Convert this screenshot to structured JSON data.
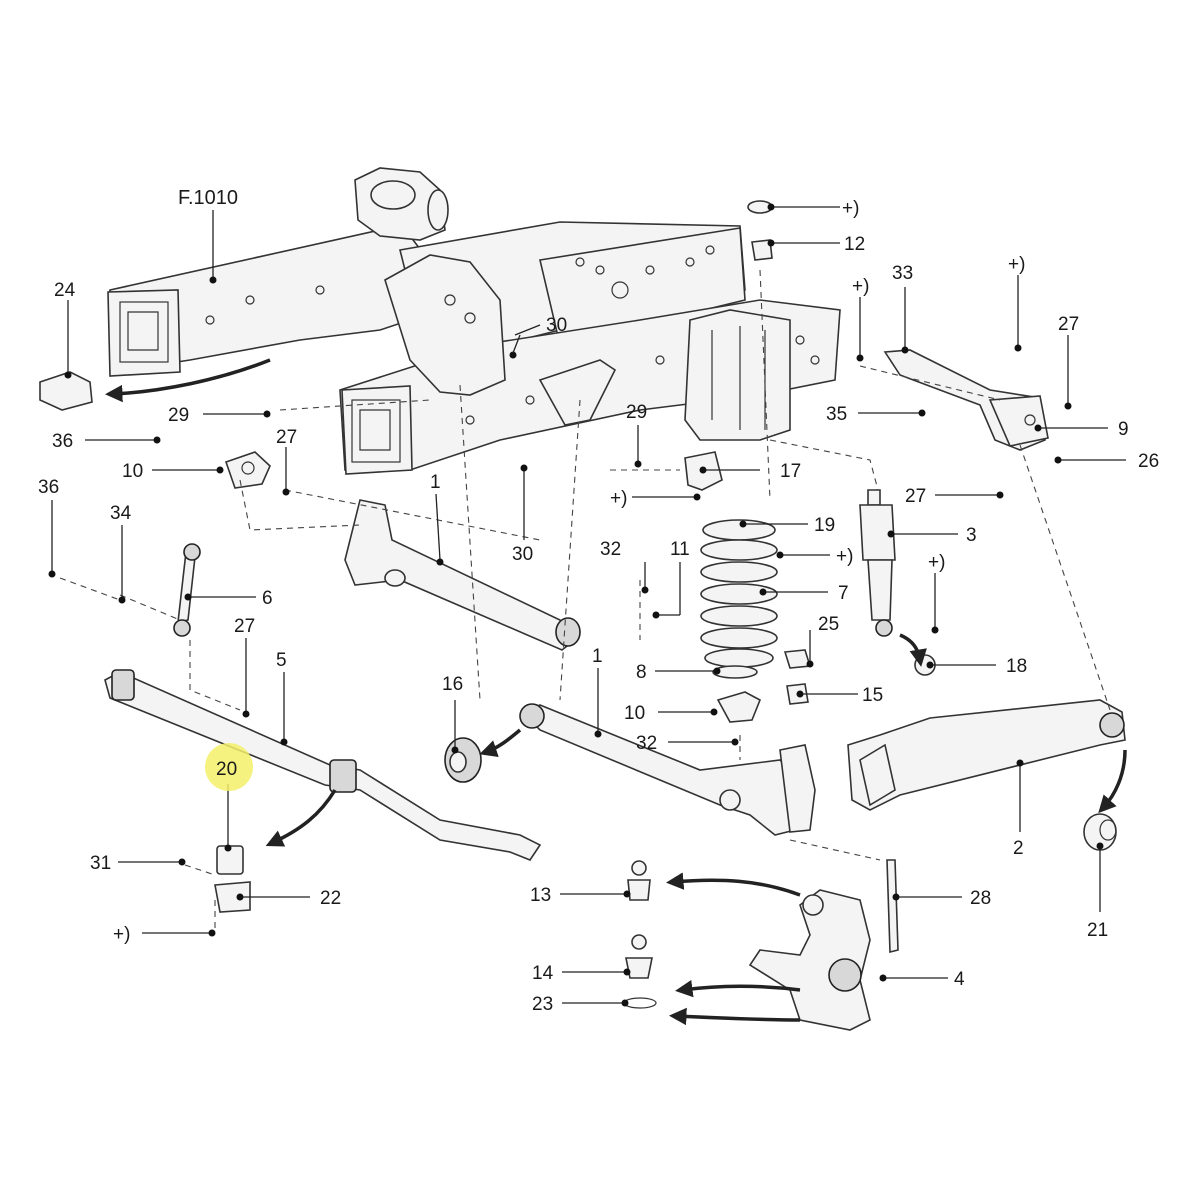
{
  "callouts": {
    "frame_ref": "F.1010",
    "c24": "24",
    "c29a": "29",
    "c36a": "36",
    "c27a": "27",
    "c10a": "10",
    "c36b": "36",
    "c34": "34",
    "c6": "6",
    "c27b": "27",
    "c5": "5",
    "c20": "20",
    "c31": "31",
    "c22": "22",
    "c_plus_a": "+)",
    "c30a": "30",
    "c30b": "30",
    "c1a": "1",
    "c16": "16",
    "c1b": "1",
    "c29b": "29",
    "c17": "17",
    "c_plus_b": "+)",
    "c19": "19",
    "c_plus_c": "+)",
    "c32a": "32",
    "c11": "11",
    "c7": "7",
    "c8": "8",
    "c10b": "10",
    "c32b": "32",
    "c25": "25",
    "c15": "15",
    "c12": "12",
    "c_plus_d": "+)",
    "c33": "33",
    "c_plus_e": "+)",
    "c_plus_f": "+)",
    "c27c": "27",
    "c35": "35",
    "c9": "9",
    "c26": "26",
    "c27d": "27",
    "c3": "3",
    "c_plus_g": "+)",
    "c18": "18",
    "c2": "2",
    "c21": "21",
    "c13": "13",
    "c14": "14",
    "c23": "23",
    "c28": "28",
    "c4": "4"
  },
  "highlight": {
    "callout": "20",
    "color": "#f3f06a"
  },
  "colors": {
    "line": "#222222",
    "part_fill": "#f4f4f4",
    "background": "#ffffff"
  }
}
